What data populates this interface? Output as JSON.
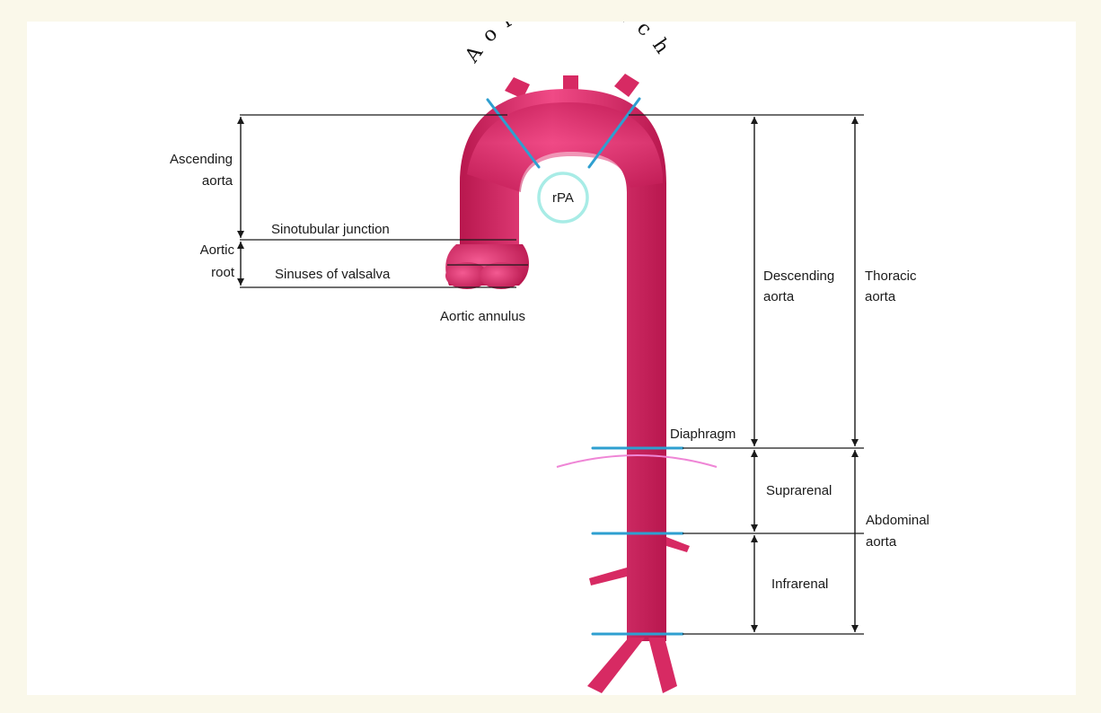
{
  "arch_title": "Aortic arch",
  "labels": {
    "ascending_1": "Ascending",
    "ascending_2": "aorta",
    "aortic_root_1": "Aortic",
    "aortic_root_2": "root",
    "sinotubular": "Sinotubular junction",
    "sinuses": "Sinuses of valsalva",
    "annulus": "Aortic annulus",
    "rpa": "rPA",
    "descending_1": "Descending",
    "descending_2": "aorta",
    "thoracic_1": "Thoracic",
    "thoracic_2": "aorta",
    "diaphragm": "Diaphragm",
    "suprarenal": "Suprarenal",
    "infrarenal": "Infrarenal",
    "abdominal_1": "Abdominal",
    "abdominal_2": "aorta"
  },
  "colors": {
    "vessel": "#e0306c",
    "vessel_dark": "#b8174e",
    "cut_line": "#2e9fd0",
    "diaphragm": "#ef86d6",
    "rpa_ring": "#a8ece6",
    "background": "#faf8ea"
  }
}
